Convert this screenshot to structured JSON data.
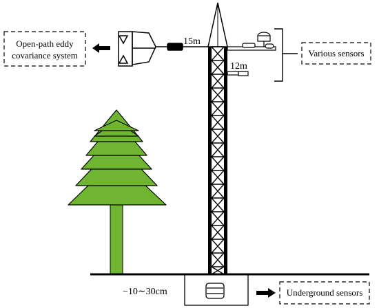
{
  "labels": {
    "eddy_system": [
      "Open-path eddy",
      "covariance system"
    ],
    "various_sensors": "Various sensors",
    "underground_sensors": "Underground sensors",
    "height_15m": "15m",
    "height_12m": "12m",
    "depth": "−10∼30cm"
  },
  "colors": {
    "tree": "#70b532",
    "line": "#000000",
    "background": "#ffffff"
  }
}
